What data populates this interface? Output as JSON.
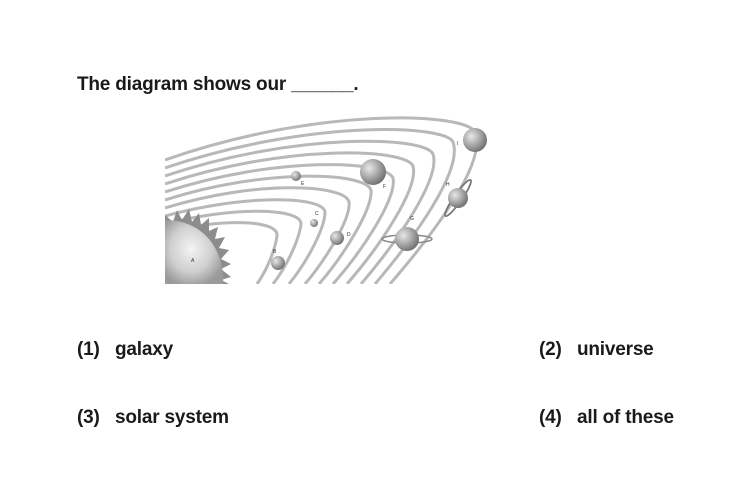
{
  "question": {
    "text": "The diagram shows our ______."
  },
  "diagram": {
    "labels": [
      "A",
      "B",
      "C",
      "D",
      "E",
      "F",
      "G",
      "H",
      "I"
    ]
  },
  "options": [
    {
      "number": "(1)",
      "text": "galaxy"
    },
    {
      "number": "(2)",
      "text": "universe"
    },
    {
      "number": "(3)",
      "text": "solar system"
    },
    {
      "number": "(4)",
      "text": "all of these"
    }
  ],
  "colors": {
    "text": "#1a1a1a",
    "orbit": "#b8b8b8",
    "planet": "#9a9a9a"
  }
}
